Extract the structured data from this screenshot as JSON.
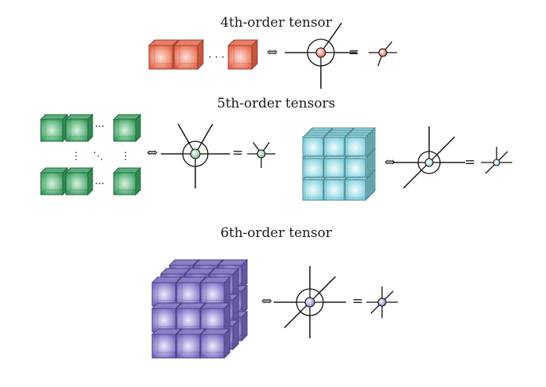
{
  "sections": [
    {
      "title": "4th-order tensor",
      "color": "#e8664a",
      "node_color": "#e8664a",
      "branches": 4
    },
    {
      "title": "5th-order tensors",
      "color": "#3aa060",
      "cube_color": "#7fd0dc",
      "node_color": "#9fd8a8",
      "node_color_alt": "#cfe9f2",
      "branches": 5
    },
    {
      "title": "6th-order tensor",
      "color": "#7468c0",
      "node_color": "#9a92d8",
      "branches": 6
    }
  ],
  "symbols": {
    "equiv": "⇔",
    "equals": "=",
    "hdots": "· · ·",
    "hdots_short": "···",
    "vdots": "⋮",
    "ddots": "⋱"
  },
  "icons": [
    "cube-icon",
    "tensor-node-icon",
    "double-arrow-icon"
  ]
}
